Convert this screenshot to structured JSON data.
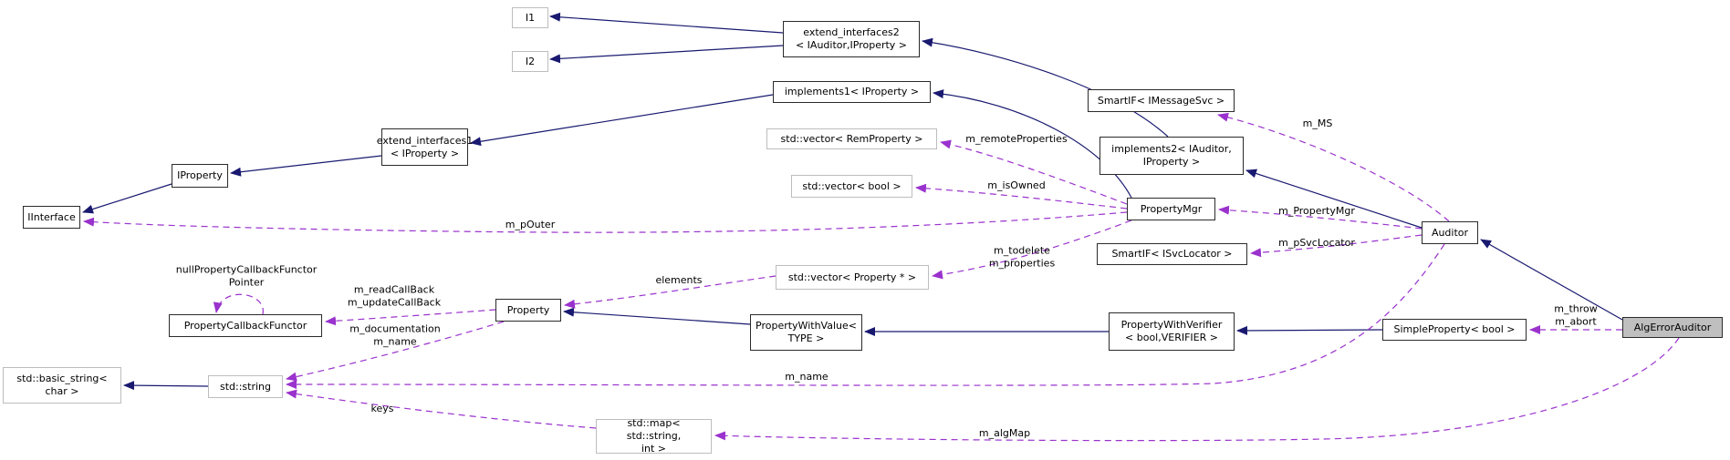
{
  "diagram": {
    "title": "AlgErrorAuditor collaboration graph",
    "focus_node": "AlgErrorAuditor",
    "colors": {
      "inheritance_edge": "#191970",
      "usage_edge": "#9a32cd",
      "focus_fill": "#bfbfbf",
      "node_fill": "#ffffff",
      "class_border": "#2b2b2b",
      "external_border": "#bdbdbd"
    },
    "nodes": [
      {
        "id": "i1",
        "label": "I1",
        "kind": "external"
      },
      {
        "id": "i2",
        "label": "I2",
        "kind": "external"
      },
      {
        "id": "ext2",
        "label": "extend_interfaces2\n< IAuditor,IProperty >",
        "kind": "class"
      },
      {
        "id": "impl1",
        "label": "implements1< IProperty >",
        "kind": "class"
      },
      {
        "id": "ext1",
        "label": "extend_interfaces1\n< IProperty >",
        "kind": "class"
      },
      {
        "id": "iprop",
        "label": "IProperty",
        "kind": "class"
      },
      {
        "id": "iintf",
        "label": "IInterface",
        "kind": "class"
      },
      {
        "id": "vecrem",
        "label": "std::vector< RemProperty >",
        "kind": "external"
      },
      {
        "id": "vecbool",
        "label": "std::vector< bool >",
        "kind": "external"
      },
      {
        "id": "smartmsg",
        "label": "SmartIF< IMessageSvc >",
        "kind": "class"
      },
      {
        "id": "impl2",
        "label": "implements2< IAuditor,\nIProperty >",
        "kind": "class"
      },
      {
        "id": "propmgr",
        "label": "PropertyMgr",
        "kind": "class"
      },
      {
        "id": "smartsvc",
        "label": "SmartIF< ISvcLocator >",
        "kind": "class"
      },
      {
        "id": "auditor",
        "label": "Auditor",
        "kind": "class"
      },
      {
        "id": "algerr",
        "label": "AlgErrorAuditor",
        "kind": "focus"
      },
      {
        "id": "simple",
        "label": "SimpleProperty< bool >",
        "kind": "class"
      },
      {
        "id": "pwverif",
        "label": "PropertyWithVerifier\n< bool,VERIFIER >",
        "kind": "class"
      },
      {
        "id": "pwval",
        "label": "PropertyWithValue<\nTYPE >",
        "kind": "class"
      },
      {
        "id": "prop",
        "label": "Property",
        "kind": "class"
      },
      {
        "id": "pcf",
        "label": "PropertyCallbackFunctor",
        "kind": "class"
      },
      {
        "id": "vecprop",
        "label": "std::vector< Property * >",
        "kind": "external"
      },
      {
        "id": "str",
        "label": "std::string",
        "kind": "external"
      },
      {
        "id": "basicstr",
        "label": "std::basic_string<\nchar >",
        "kind": "external"
      },
      {
        "id": "map",
        "label": "std::map< std::string,\nint >",
        "kind": "external"
      }
    ],
    "edges": [
      {
        "id": "e-ext2-i1",
        "from": "ext2",
        "to": "i1",
        "relation": "inherits",
        "label": ""
      },
      {
        "id": "e-ext2-i2",
        "from": "ext2",
        "to": "i2",
        "relation": "inherits",
        "label": ""
      },
      {
        "id": "e-impl2-ext2",
        "from": "impl2",
        "to": "ext2",
        "relation": "inherits",
        "label": ""
      },
      {
        "id": "e-auditor-impl2",
        "from": "auditor",
        "to": "impl2",
        "relation": "inherits",
        "label": ""
      },
      {
        "id": "e-propmgr-impl1",
        "from": "propmgr",
        "to": "impl1",
        "relation": "inherits",
        "label": ""
      },
      {
        "id": "e-impl1-ext1",
        "from": "impl1",
        "to": "ext1",
        "relation": "inherits",
        "label": ""
      },
      {
        "id": "e-ext1-iprop",
        "from": "ext1",
        "to": "iprop",
        "relation": "inherits",
        "label": ""
      },
      {
        "id": "e-iprop-iintf",
        "from": "iprop",
        "to": "iintf",
        "relation": "inherits",
        "label": ""
      },
      {
        "id": "e-algerr-auditor",
        "from": "algerr",
        "to": "auditor",
        "relation": "inherits",
        "label": ""
      },
      {
        "id": "e-simple-pwverif",
        "from": "simple",
        "to": "pwverif",
        "relation": "inherits",
        "label": ""
      },
      {
        "id": "e-pwverif-pwval",
        "from": "pwverif",
        "to": "pwval",
        "relation": "inherits",
        "label": ""
      },
      {
        "id": "e-pwval-prop",
        "from": "pwval",
        "to": "prop",
        "relation": "inherits",
        "label": ""
      },
      {
        "id": "e-str-basicstr",
        "from": "str",
        "to": "basicstr",
        "relation": "inherits",
        "label": ""
      },
      {
        "id": "u-propmgr-vecrem",
        "from": "propmgr",
        "to": "vecrem",
        "relation": "uses",
        "label": "m_remoteProperties"
      },
      {
        "id": "u-propmgr-vecbool",
        "from": "propmgr",
        "to": "vecbool",
        "relation": "uses",
        "label": "m_isOwned"
      },
      {
        "id": "u-propmgr-vecprop",
        "from": "propmgr",
        "to": "vecprop",
        "relation": "uses",
        "label": "m_todelete\nm_properties"
      },
      {
        "id": "u-propmgr-iintf",
        "from": "propmgr",
        "to": "iintf",
        "relation": "uses",
        "label": "m_pOuter"
      },
      {
        "id": "u-auditor-smartmsg",
        "from": "auditor",
        "to": "smartmsg",
        "relation": "uses",
        "label": "m_MS"
      },
      {
        "id": "u-auditor-propmgr",
        "from": "auditor",
        "to": "propmgr",
        "relation": "uses",
        "label": "m_PropertyMgr"
      },
      {
        "id": "u-auditor-smartsvc",
        "from": "auditor",
        "to": "smartsvc",
        "relation": "uses",
        "label": "m_pSvcLocator"
      },
      {
        "id": "u-auditor-str",
        "from": "auditor",
        "to": "str",
        "relation": "uses",
        "label": "m_name"
      },
      {
        "id": "u-algerr-simple",
        "from": "algerr",
        "to": "simple",
        "relation": "uses",
        "label": "m_throw\nm_abort"
      },
      {
        "id": "u-algerr-map",
        "from": "algerr",
        "to": "map",
        "relation": "uses",
        "label": "m_algMap"
      },
      {
        "id": "u-vecprop-prop",
        "from": "vecprop",
        "to": "prop",
        "relation": "uses",
        "label": "elements"
      },
      {
        "id": "u-prop-pcf",
        "from": "prop",
        "to": "pcf",
        "relation": "uses",
        "label": "m_readCallBack\nm_updateCallBack"
      },
      {
        "id": "u-prop-str",
        "from": "prop",
        "to": "str",
        "relation": "uses",
        "label": "m_documentation\nm_name"
      },
      {
        "id": "u-map-str",
        "from": "map",
        "to": "str",
        "relation": "uses",
        "label": "keys"
      },
      {
        "id": "u-pcf-pcf",
        "from": "pcf",
        "to": "pcf",
        "relation": "uses",
        "label": "nullPropertyCallbackFunctor\nPointer"
      }
    ]
  }
}
